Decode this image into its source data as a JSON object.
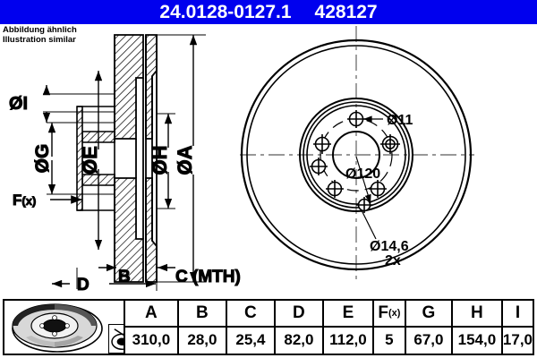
{
  "header": {
    "part_number": "24.0128-0127.1",
    "article_number": "428127",
    "background_color": "#0000ee",
    "text_color": "#ffffff"
  },
  "note": {
    "line1": "Abbildung ähnlich",
    "line2": "Illustration similar"
  },
  "drawing": {
    "section_view": {
      "labels": {
        "dia_i": "ØI",
        "dia_g": "ØG",
        "dia_e": "ØE",
        "dia_h": "ØH",
        "dia_a": "ØA",
        "fx": "F(x)",
        "b": "B",
        "c": "C (MTH)",
        "d": "D"
      }
    },
    "front_view": {
      "callouts": {
        "bolt_hole": "Ø11",
        "center_bore": "Ø120",
        "thread_hole": "Ø14,6",
        "thread_hole_qty": "2x"
      }
    }
  },
  "table": {
    "headers": [
      "A",
      "B",
      "C",
      "D",
      "E",
      "F(x)",
      "G",
      "H",
      "I"
    ],
    "fx_label": {
      "main": "F",
      "sub": "(x)"
    },
    "values": [
      "310,0",
      "28,0",
      "25,4",
      "82,0",
      "112,0",
      "5",
      "67,0",
      "154,0",
      "17,0"
    ],
    "icons": {
      "product_photo": "brake-disc-photo",
      "measure_tool": "caliper-measure-icon"
    }
  }
}
